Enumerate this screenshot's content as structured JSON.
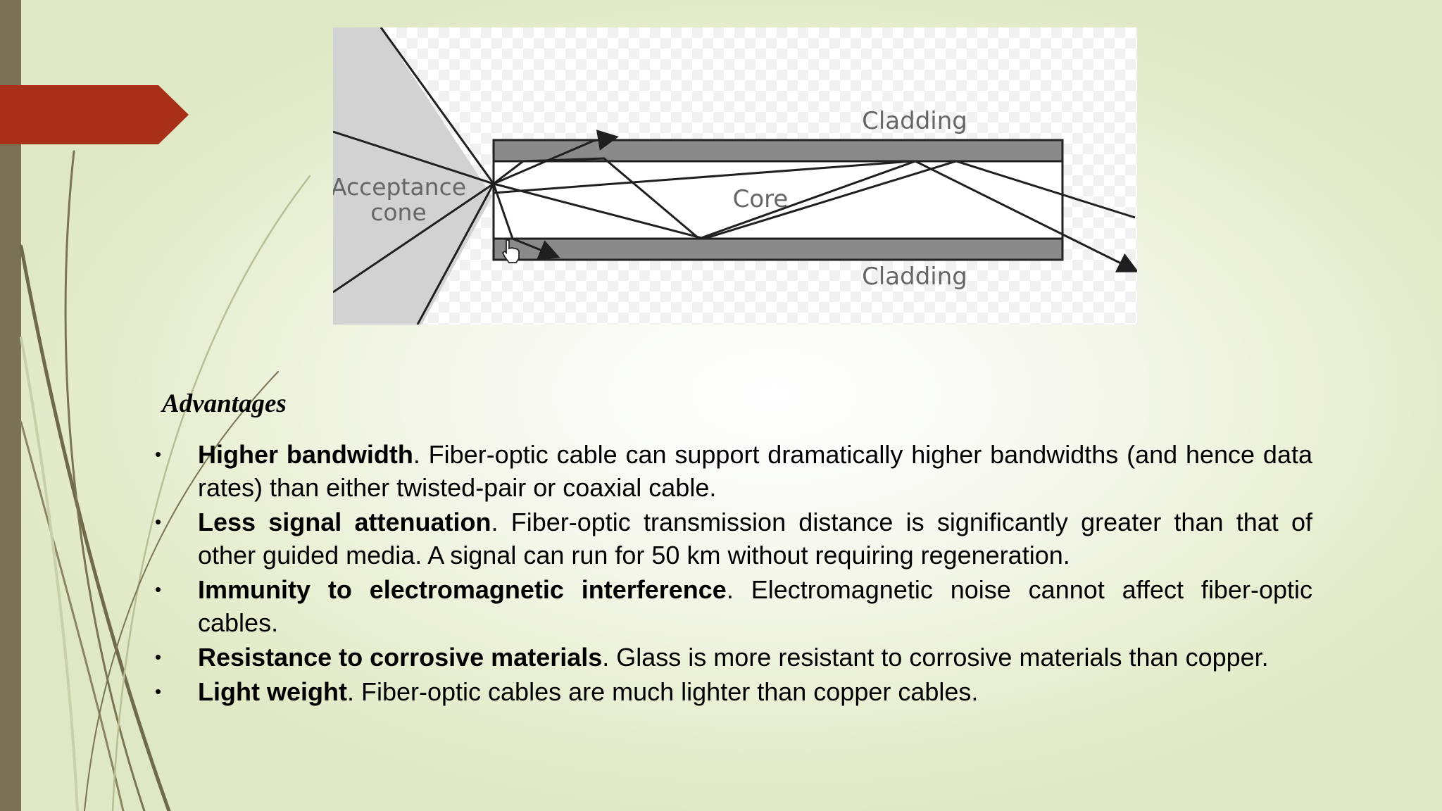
{
  "slide": {
    "diagram": {
      "labels": {
        "cladding_top": "Cladding",
        "cladding_bottom": "Cladding",
        "core": "Core",
        "acceptance_line1": "Acceptance",
        "acceptance_line2": "cone"
      }
    },
    "advantages_title": "Advantages",
    "advantages": [
      {
        "bullet": "•",
        "term": "Higher bandwidth",
        "text": ". Fiber-optic cable can support dramatically higher bandwidths (and hence data rates) than either twisted-pair or coaxial cable."
      },
      {
        "bullet": "•",
        "term": "Less signal attenuation",
        "text": ". Fiber-optic transmission distance is significantly greater than that of other guided media. A signal can run for 50 km without requiring regeneration."
      },
      {
        "bullet": "•",
        "term": "Immunity to electromagnetic interference",
        "text": ". Electromagnetic noise cannot affect fiber-optic cables."
      },
      {
        "bullet": "•",
        "term": "Resistance to corrosive materials",
        "text": ". Glass is more resistant to corrosive materials than copper."
      },
      {
        "bullet": "•",
        "term": "Light weight",
        "text": ". Fiber-optic cables are much lighter than copper cables."
      }
    ],
    "colors": {
      "accent_tab": "#a82f18",
      "left_bar": "#7b7155",
      "background": "#e9efd3"
    },
    "icons": [
      "hand-cursor-icon"
    ]
  }
}
